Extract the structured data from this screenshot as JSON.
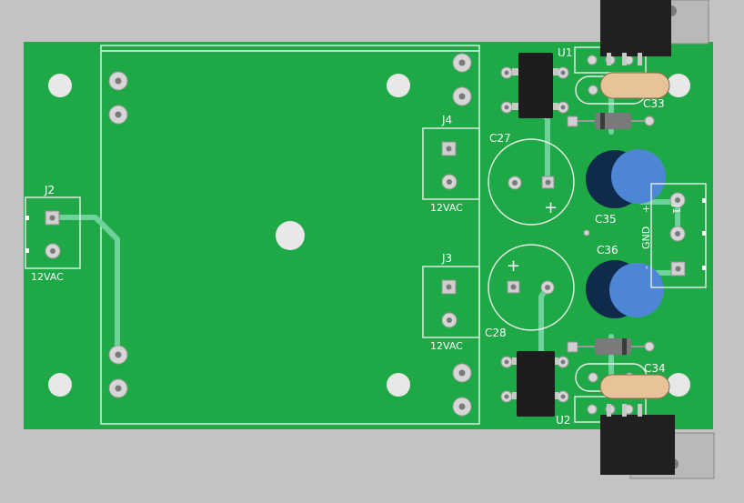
{
  "board": {
    "colors": {
      "background": "#c3c3c3",
      "board": "#1fa846",
      "trace": "#6fd29a",
      "silkscreen": "#ffffff",
      "electrolytic_cap": "#4e86d6",
      "ceramic_cap": "#e8c39a"
    }
  },
  "labels": {
    "u1": "U1",
    "u2": "U2",
    "j1": "J1",
    "j1_gnd": "GND",
    "j1_plus": "+",
    "j1_minus": "-",
    "j2": "J2",
    "j2_desc": "12VAC",
    "j3": "J3",
    "j3_desc": "12VAC",
    "j4": "J4",
    "j4_desc": "12VAC",
    "c27": "C27",
    "c27_plus": "+",
    "c28": "C28",
    "c28_plus": "+",
    "c33": "C33",
    "c34": "C34",
    "c35": "C35",
    "c36": "C36"
  }
}
